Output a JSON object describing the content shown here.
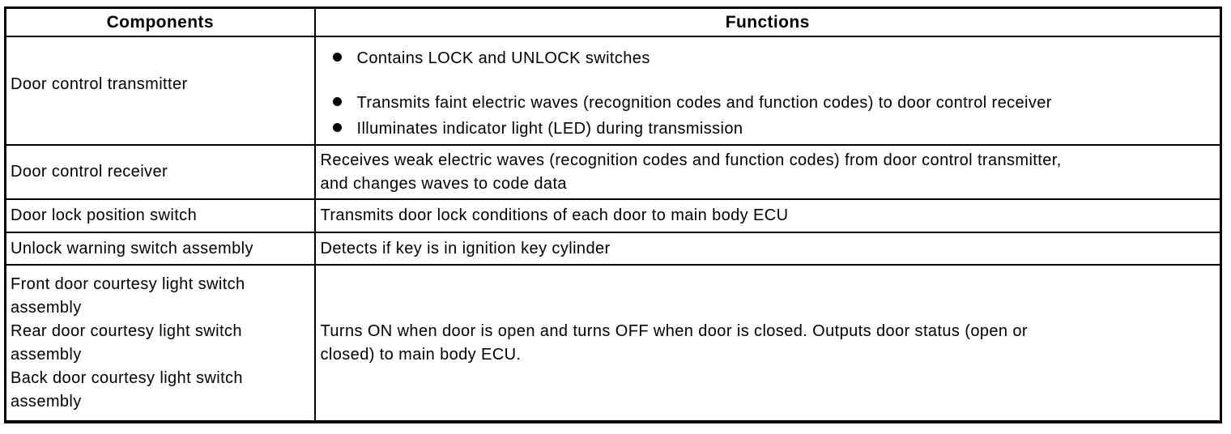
{
  "table": {
    "header": {
      "components": "Components",
      "functions": "Functions"
    },
    "rows": [
      {
        "component": "Door control transmitter",
        "functions": [
          "Contains LOCK and UNLOCK switches",
          "Transmits faint electric waves (recognition codes and function codes) to door control receiver",
          "Illuminates indicator light (LED) during transmission"
        ]
      },
      {
        "component": "Door control receiver",
        "function": "Receives weak electric waves (recognition codes and function codes) from door control transmitter,\nand changes waves to code data"
      },
      {
        "component": "Door lock position switch",
        "function": "Transmits door lock conditions of each door to main body ECU"
      },
      {
        "component": "Unlock warning switch assembly",
        "function": "Detects if key is in ignition key cylinder"
      },
      {
        "component": "Front door courtesy light switch\nassembly\nRear door courtesy light switch\nassembly\nBack door courtesy light switch\nassembly",
        "function": "Turns ON when door is open and turns OFF when door is closed. Outputs door status (open or\nclosed) to main body ECU."
      }
    ]
  }
}
